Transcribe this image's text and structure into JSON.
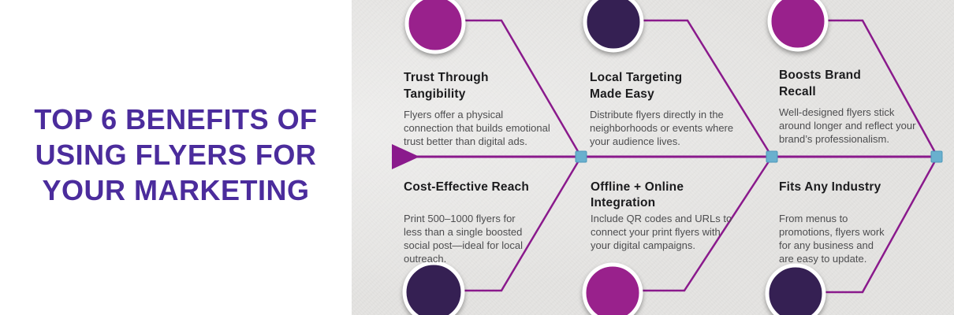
{
  "page": {
    "background_color": "#e4e3e1",
    "panel_color": "#ffffff",
    "title": {
      "text": "TOP 6 BENEFITS OF USING FLYERS FOR YOUR MARKETING",
      "lines": [
        "TOP 6 BENEFITS OF",
        "USING FLYERS FOR",
        "YOUR MARKETING"
      ],
      "color": "#4b2c9c"
    }
  },
  "diagram": {
    "type": "fishbone",
    "line_color": "#8a1a8c",
    "node_color": "#69b0ce",
    "node_border_color": "#4e98ba",
    "heading_color": "#1b1b1d",
    "body_color": "#4d4d4f",
    "circle_magenta": "#99218c",
    "circle_dark_purple": "#352053",
    "benefits": [
      {
        "order": 1,
        "position": "top-left",
        "circle_color": "#99218c",
        "heading": "Trust Through Tangibility",
        "heading_lines": [
          "Trust Through",
          "Tangibility"
        ],
        "description": "Flyers offer a physical connection that builds emotional trust better than digital ads.",
        "desc_lines": [
          "Flyers offer a physical",
          "connection that builds emotional",
          "trust better than digital ads."
        ]
      },
      {
        "order": 2,
        "position": "top-center",
        "circle_color": "#352053",
        "heading": "Local Targeting Made Easy",
        "heading_lines": [
          "Local Targeting",
          "Made Easy"
        ],
        "description": "Distribute flyers directly in the neighborhoods or events where your audience lives.",
        "desc_lines": [
          "Distribute flyers directly in the",
          "neighborhoods or events where",
          "your audience lives."
        ]
      },
      {
        "order": 3,
        "position": "top-right",
        "circle_color": "#99218c",
        "heading": "Boosts Brand Recall",
        "heading_lines": [
          "Boosts Brand",
          "Recall"
        ],
        "description": "Well-designed flyers stick around longer and reflect your brand’s professionalism.",
        "desc_lines": [
          "Well-designed flyers stick",
          "around longer and reflect your",
          "brand’s professionalism."
        ]
      },
      {
        "order": 4,
        "position": "bottom-left",
        "circle_color": "#352053",
        "heading": "Cost-Effective Reach",
        "heading_lines": [
          "Cost-Effective Reach"
        ],
        "description": "Print 500–1000 flyers for less than a single boosted social post—ideal for local outreach.",
        "desc_lines": [
          "Print 500–1000 flyers for",
          "less than a single boosted",
          "social post—ideal for local",
          "outreach."
        ]
      },
      {
        "order": 5,
        "position": "bottom-center",
        "circle_color": "#99218c",
        "heading": "Offline + Online Integration",
        "heading_lines": [
          "Offline + Online",
          "Integration"
        ],
        "description": "Include QR codes and URLs to connect your print flyers with your digital campaigns.",
        "desc_lines": [
          "Include QR codes and URLs to",
          "connect your print flyers with",
          "your digital campaigns."
        ]
      },
      {
        "order": 6,
        "position": "bottom-right",
        "circle_color": "#352053",
        "heading": "Fits Any Industry",
        "heading_lines": [
          "Fits Any Industry"
        ],
        "description": "From menus to promotions, flyers work for any business and are easy to update.",
        "desc_lines": [
          "From menus to",
          "promotions, flyers work",
          "for any business and",
          "are easy to update."
        ]
      }
    ]
  }
}
